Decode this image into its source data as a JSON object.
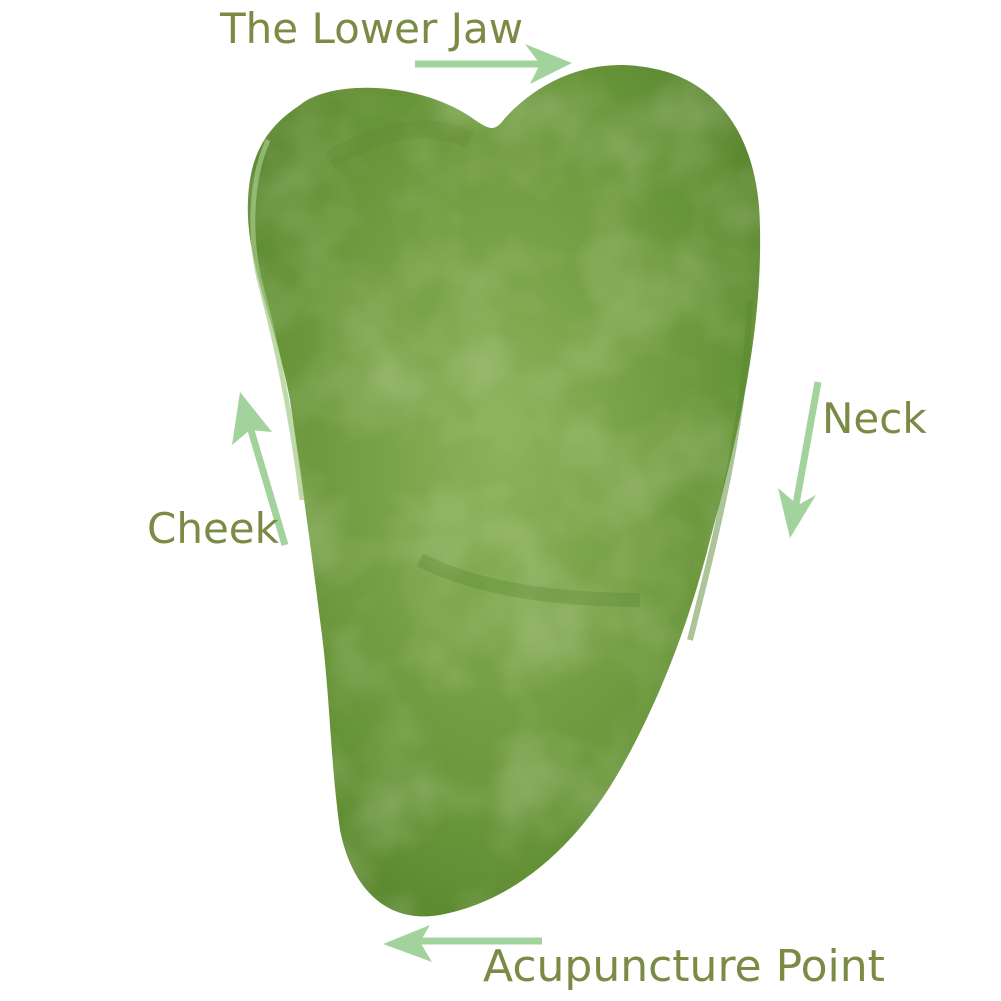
{
  "labels": {
    "lower_jaw": "The Lower Jaw",
    "neck": "Neck",
    "cheek": "Cheek",
    "acupuncture_point": "Acupuncture Point"
  },
  "colors": {
    "label_text": "#7b8b45",
    "arrow": "#a3d39c",
    "stone_base": "#6e9a3c",
    "stone_dark": "#4f7a2a",
    "stone_light": "#9dbd72",
    "background": "#ffffff"
  },
  "arrows": [
    {
      "name": "lower-jaw",
      "direction": "right"
    },
    {
      "name": "neck",
      "direction": "down"
    },
    {
      "name": "cheek",
      "direction": "up"
    },
    {
      "name": "acupuncture-point",
      "direction": "left"
    }
  ]
}
